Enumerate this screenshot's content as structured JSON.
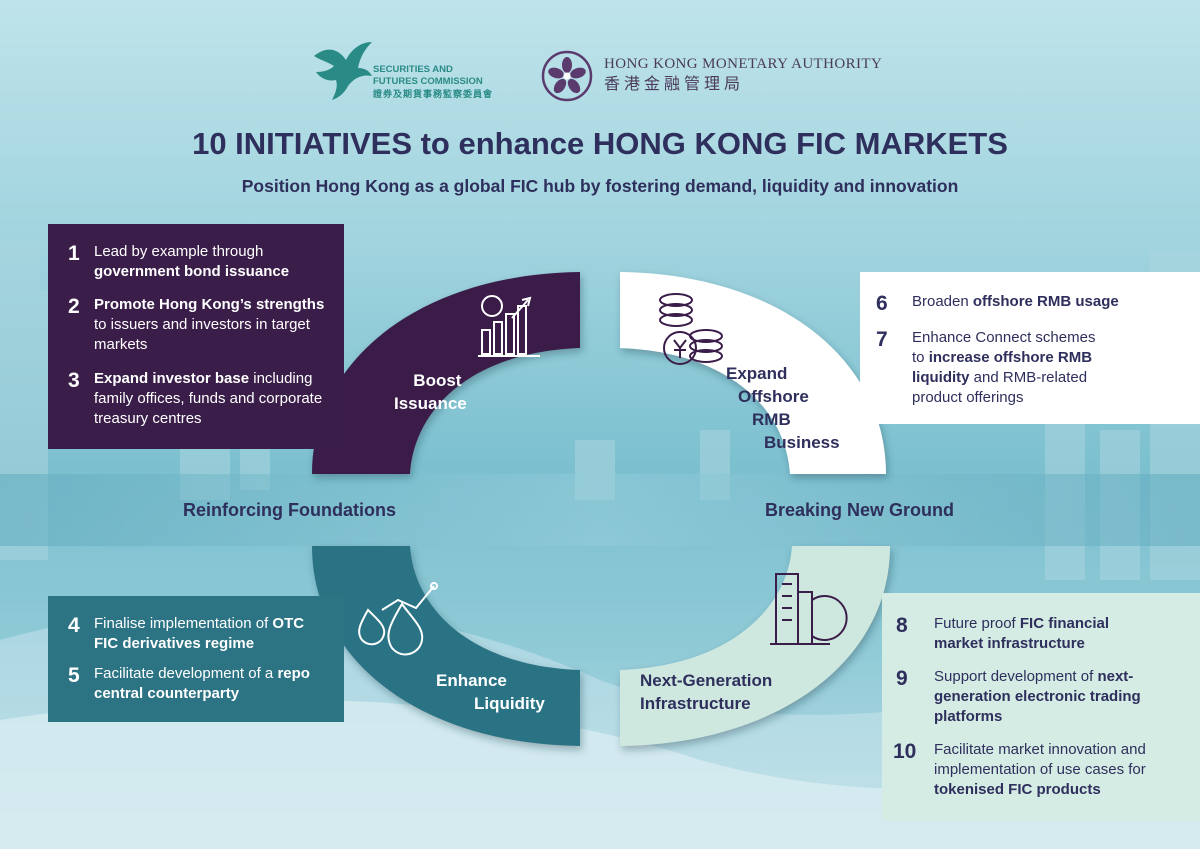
{
  "logos": {
    "sfc": {
      "name_line1": "SECURITIES AND",
      "name_line2": "FUTURES COMMISSION",
      "name_zh": "證券及期貨事務監察委員會"
    },
    "hkma": {
      "name_en": "HONG KONG MONETARY AUTHORITY",
      "name_zh": "香港金融管理局"
    }
  },
  "header": {
    "title": "10 INITIATIVES to enhance HONG KONG FIC MARKETS",
    "subtitle": "Position Hong Kong as a global FIC hub by fostering demand, liquidity and innovation"
  },
  "band": {
    "left": "Reinforcing Foundations",
    "right": "Breaking New Ground"
  },
  "segments": {
    "boost": {
      "line1": "Boost",
      "line2": "Issuance"
    },
    "expand": {
      "line1": "Expand",
      "line2": "Offshore",
      "line3": "RMB",
      "line4": "Business"
    },
    "enhance": {
      "line1": "Enhance",
      "line2": "Liquidity"
    },
    "nextgen": {
      "line1": "Next-Generation",
      "line2": "Infrastructure"
    }
  },
  "initiatives": [
    {
      "num": "1",
      "parts": [
        {
          "t": "Lead by example through ",
          "b": false
        },
        {
          "t": "government bond issuance",
          "b": true
        }
      ]
    },
    {
      "num": "2",
      "parts": [
        {
          "t": "Promote Hong Kong’s strengths",
          "b": true
        },
        {
          "t": " to issuers and investors in target markets",
          "b": false
        }
      ]
    },
    {
      "num": "3",
      "parts": [
        {
          "t": "Expand investor base",
          "b": true
        },
        {
          "t": " including family offices, funds and corporate treasury centres",
          "b": false
        }
      ]
    },
    {
      "num": "4",
      "parts": [
        {
          "t": "Finalise implementation of ",
          "b": false
        },
        {
          "t": "OTC FIC derivatives regime",
          "b": true
        }
      ]
    },
    {
      "num": "5",
      "parts": [
        {
          "t": "Facilitate development of a ",
          "b": false
        },
        {
          "t": "repo central counterparty",
          "b": true
        }
      ]
    },
    {
      "num": "6",
      "parts": [
        {
          "t": "Broaden ",
          "b": false
        },
        {
          "t": "offshore RMB usage",
          "b": true
        }
      ]
    },
    {
      "num": "7",
      "parts": [
        {
          "t": "Enhance Connect schemes to ",
          "b": false
        },
        {
          "t": "increase offshore RMB liquidity",
          "b": true
        },
        {
          "t": " and RMB-related product offerings",
          "b": false
        }
      ]
    },
    {
      "num": "8",
      "parts": [
        {
          "t": "Future proof ",
          "b": false
        },
        {
          "t": "FIC financial market infrastructure",
          "b": true
        }
      ]
    },
    {
      "num": "9",
      "parts": [
        {
          "t": "Support development of ",
          "b": false
        },
        {
          "t": "next-generation electronic trading platforms",
          "b": true
        }
      ]
    },
    {
      "num": "10",
      "parts": [
        {
          "t": "Facilitate market innovation and implementation of use cases for ",
          "b": false
        },
        {
          "t": "tokenised FIC products",
          "b": true
        }
      ]
    }
  ],
  "colors": {
    "purple": "#3a1d49",
    "teal": "#2c7384",
    "mint": "#d5ece4",
    "navy": "#2e2f5c",
    "sfc_green": "#2a8b86",
    "hkma_purple": "#5b3a6e"
  }
}
